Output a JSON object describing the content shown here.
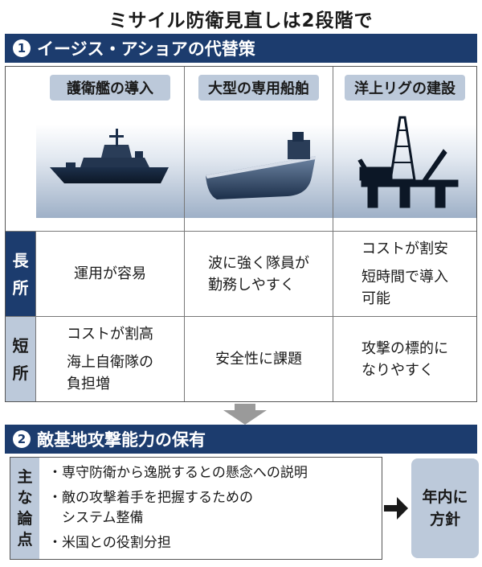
{
  "title": "ミサイル防衛見直しは2段階で",
  "section1": {
    "num": "1",
    "label": "イージス・アショアの代替策"
  },
  "columns": [
    {
      "head": "護衛艦の導入",
      "pros": [
        "運用が容易"
      ],
      "cons": [
        "コストが割高",
        "海上自衛隊の\n負担増"
      ]
    },
    {
      "head": "大型の専用船舶",
      "pros": [
        "波に強く隊員が\n勤務しやすく"
      ],
      "cons": [
        "安全性に課題"
      ]
    },
    {
      "head": "洋上リグの建設",
      "pros": [
        "コストが割安",
        "短時間で導入\n可能"
      ],
      "cons": [
        "攻撃の標的に\nなりやすく"
      ]
    }
  ],
  "rows": {
    "pros_label": [
      "長",
      "所"
    ],
    "cons_label": [
      "短",
      "所"
    ]
  },
  "section2": {
    "num": "2",
    "label": "敵基地攻撃能力の保有"
  },
  "issues": {
    "label": [
      "主",
      "な",
      "論",
      "点"
    ],
    "items": [
      "・専守防衛から逸脱するとの懸念への説明",
      "・敵の攻撃着手を把握するための",
      "　システム整備",
      "・米国との役割分担"
    ]
  },
  "conclusion": "年内に\n方針",
  "colors": {
    "navy": "#1c3c6e",
    "light": "#bcc9da",
    "arrow": "#9a9a9a"
  },
  "icons": [
    "destroyer-ship-icon",
    "cargo-ship-icon",
    "offshore-rig-icon"
  ]
}
